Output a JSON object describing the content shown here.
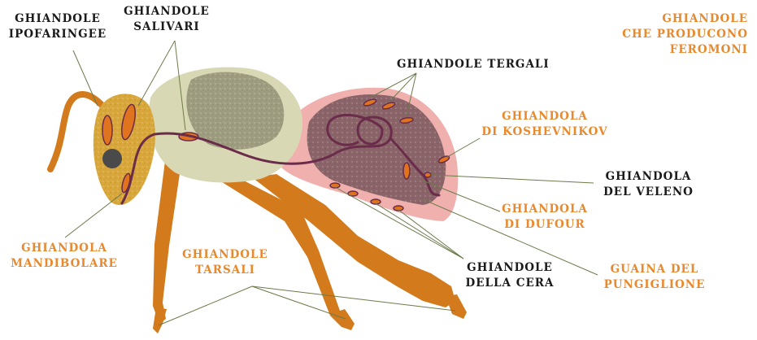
{
  "colors": {
    "black_label": "#1a1a1a",
    "orange_label": "#e8892e",
    "leader_line": "#6b7a4a",
    "legs": "#d27a1c",
    "head": "#d9a73a",
    "thorax": "#d8d8b4",
    "abdomen": "#f0b0ae",
    "duct": "#6a2c4a",
    "gland": "#e0741e"
  },
  "labels": {
    "ipofaringee": [
      "GHIANDOLE",
      "IPOFARINGEE"
    ],
    "salivari": [
      "GHIANDOLE",
      "SALIVARI"
    ],
    "tergali": [
      "GHIANDOLE TERGALI"
    ],
    "feromoni": [
      "GHIANDOLE",
      "CHE PRODUCONO",
      "FEROMONI"
    ],
    "koshevnikov": [
      "GHIANDOLA",
      "DI KOSHEVNIKOV"
    ],
    "veleno": [
      "GHIANDOLA",
      "DEL VELENO"
    ],
    "dufour": [
      "GHIANDOLA",
      "DI DUFOUR"
    ],
    "cera": [
      "GHIANDOLE",
      "DELLA CERA"
    ],
    "pungiglione": [
      "GUAINA DEL",
      "PUNGIGLIONE"
    ],
    "mandibolare": [
      "GHIANDOLA",
      "MANDIBOLARE"
    ],
    "tarsali": [
      "GHIANDOLE",
      "TARSALI"
    ]
  }
}
